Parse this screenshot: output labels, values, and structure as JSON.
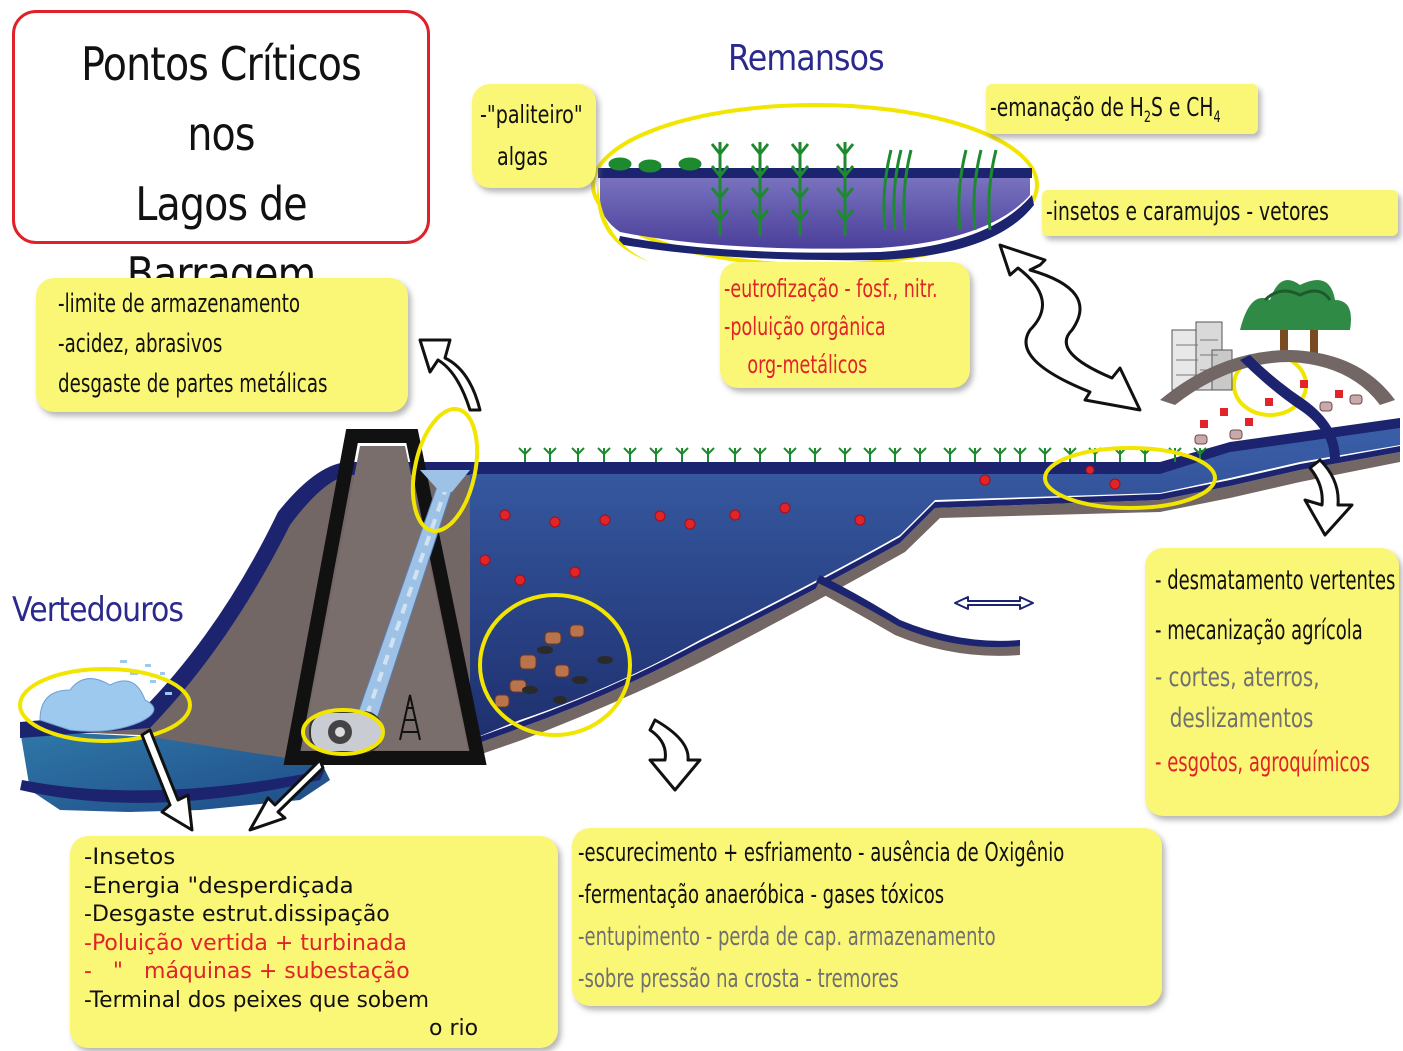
{
  "title": {
    "line1": "Pontos Críticos",
    "line2": "nos",
    "line3": "Lagos de Barragem"
  },
  "headings": {
    "remansos": "Remansos",
    "vertedouros": "Vertedouros"
  },
  "boxes": {
    "algae": {
      "line1": "-\"paliteiro\"",
      "line2": "algas"
    },
    "gas": {
      "prefix": "-emanação de H",
      "sub1": "2",
      "mid": "S e CH",
      "sub2": "4"
    },
    "insects_top": {
      "line1": "-insetos e caramujos - vetores"
    },
    "eutro": {
      "line1": "-eutrofização - fosf., nitr.",
      "line2": "-poluição orgânica",
      "line3": "org-metálicos"
    },
    "storage": {
      "line1": "-limite de armazenamento",
      "line2": "-acidez, abrasivos",
      "line3": "desgaste de partes metálicas"
    },
    "deforest": {
      "line1": "- desmatamento vertentes",
      "line2": "- mecanização agrícola",
      "line3": "- cortes, aterros,",
      "line4": "deslizamentos",
      "line5": "- esgotos, agroquímicos"
    },
    "spillway": {
      "line1": "-Insetos",
      "line2": "-Energia \"desperdiçada",
      "line3": "-Desgaste estrut.dissipação",
      "line4": "-Poluição vertida + turbinada",
      "line5": "-   \"   máquinas + subestação",
      "line6": "-Terminal dos peixes que sobem",
      "line7": "o rio"
    },
    "bottom": {
      "line1": "-escurecimento + esfriamento - ausência de Oxigênio",
      "line2": "-fermentação anaeróbica - gases tóxicos",
      "line3": "-entupimento - perda de cap. armazenamento",
      "line4": "-sobre pressão na crosta - tremores"
    }
  },
  "colors": {
    "water": "#3d5b9c",
    "water_dark": "#1c2470",
    "dam": "#736766",
    "box": "#fbf776",
    "highlight": "#f2e500",
    "pollution": "#e0242a",
    "plant": "#1e8a30"
  }
}
